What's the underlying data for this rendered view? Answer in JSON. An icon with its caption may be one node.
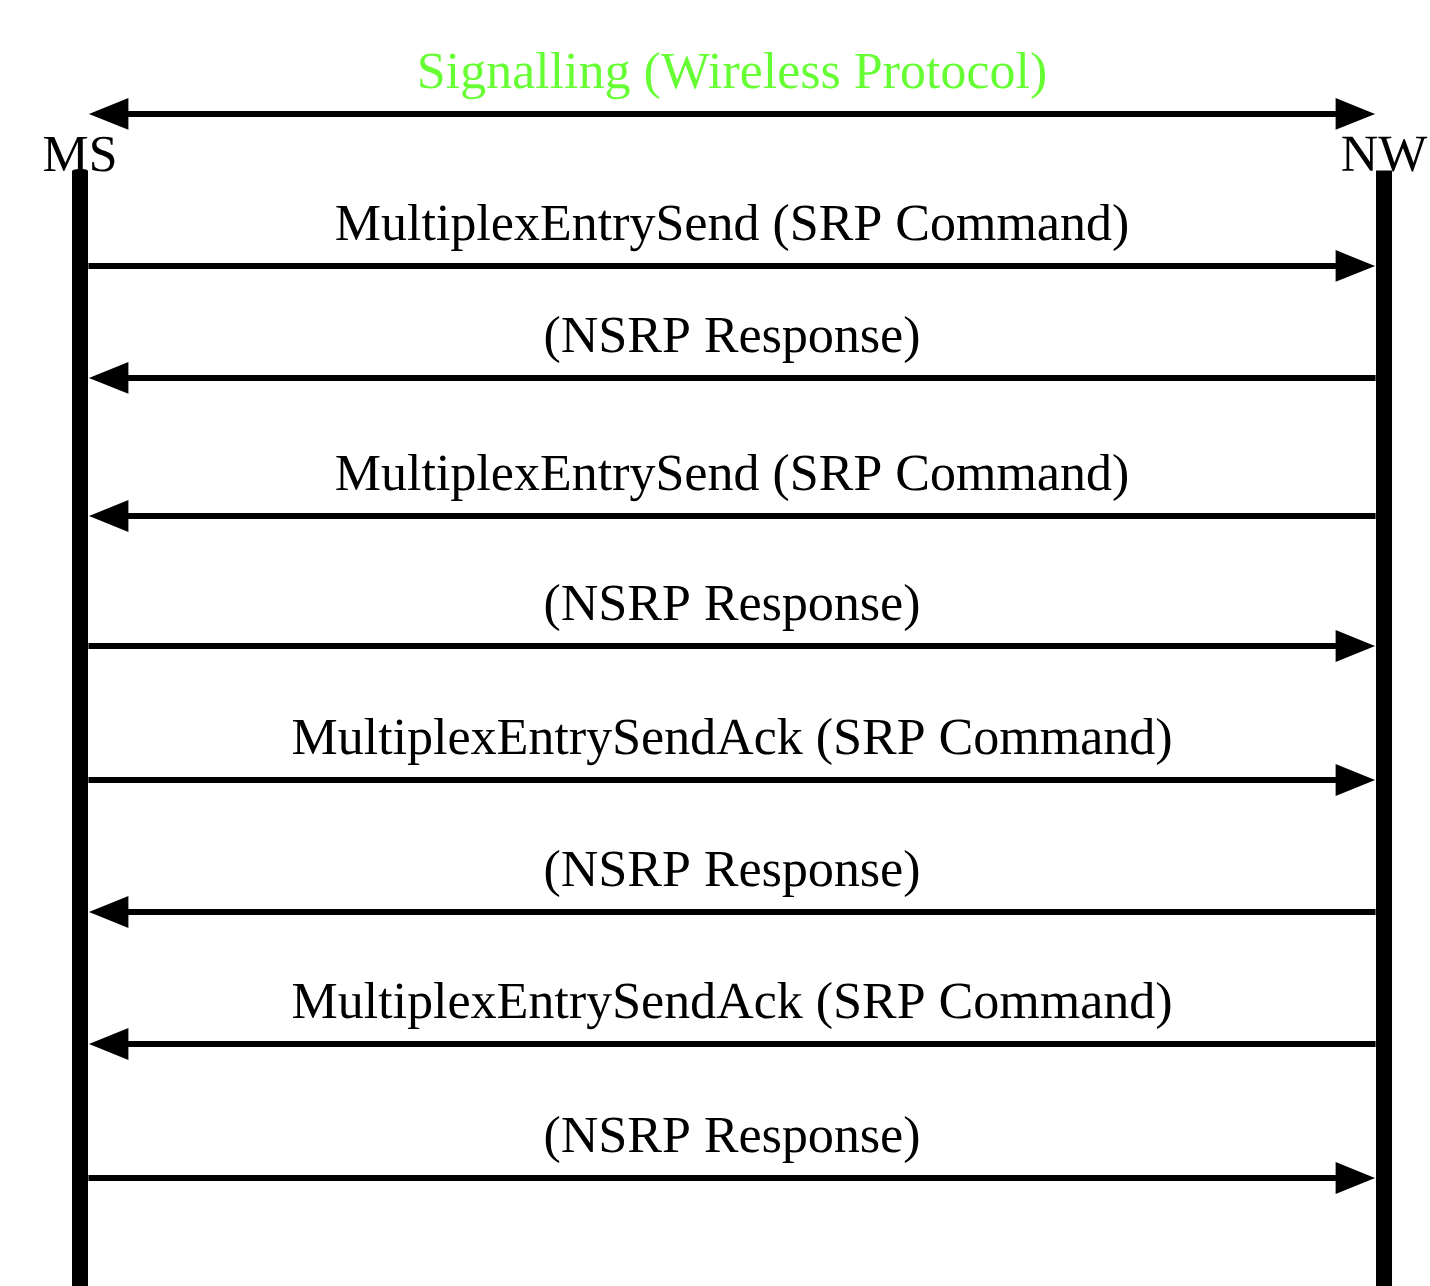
{
  "diagram": {
    "nodes": [
      {
        "text": [
          "MS"
        ]
      },
      {
        "text": [
          "NW"
        ]
      }
    ],
    "edges": [
      {
        "from": 0,
        "to": 1,
        "arrow": "both",
        "label": "Signalling (Wireless Protocol)"
      },
      {
        "from": 0,
        "to": 1,
        "arrow": "to",
        "label": "MultiplexEntrySend (SRP Command)"
      },
      {
        "from": 1,
        "to": 0,
        "arrow": "to",
        "label": "(NSRP Response)"
      },
      {
        "from": 1,
        "to": 0,
        "arrow": "to",
        "label": "MultiplexEntrySend (SRP Command)"
      },
      {
        "from": 0,
        "to": 1,
        "arrow": "to",
        "label": "(NSRP Response)"
      },
      {
        "from": 0,
        "to": 1,
        "arrow": "to",
        "label": "MultiplexEntrySendAck (SRP Command)"
      },
      {
        "from": 1,
        "to": 0,
        "arrow": "to",
        "label": "(NSRP Response)"
      },
      {
        "from": 1,
        "to": 0,
        "arrow": "to",
        "label": "MultiplexEntrySendAck (SRP Command)"
      },
      {
        "from": 0,
        "to": 1,
        "arrow": "to",
        "label": "(NSRP Response)"
      }
    ]
  }
}
